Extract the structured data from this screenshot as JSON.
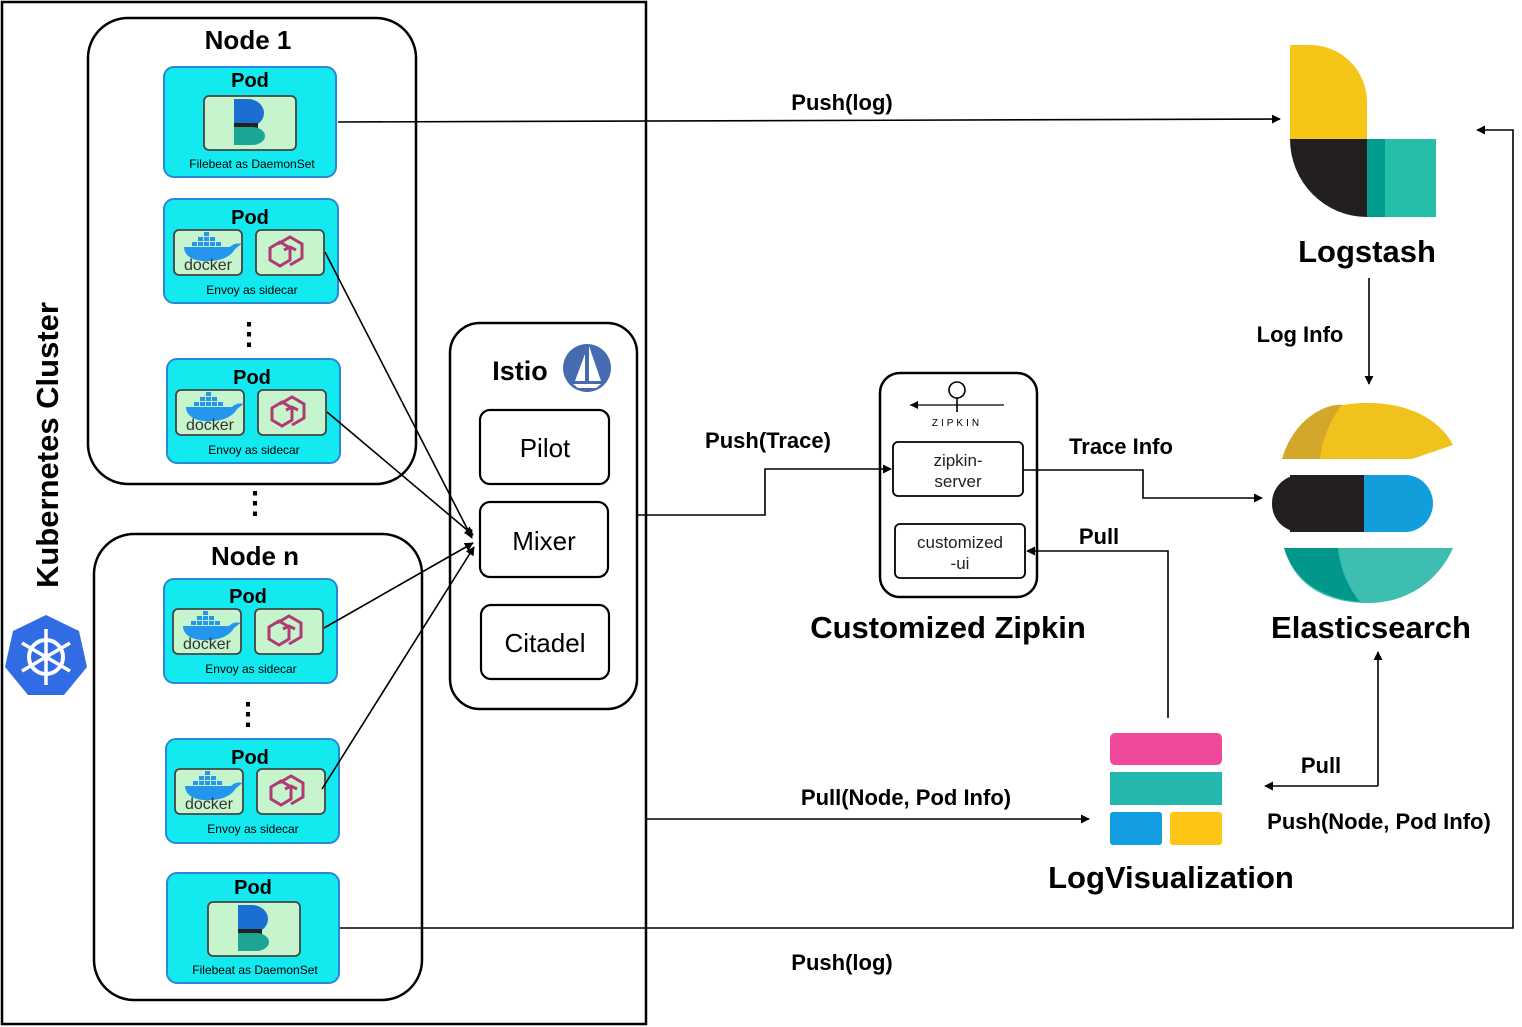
{
  "cluster": {
    "title": "Kubernetes  Cluster",
    "nodes": [
      {
        "label": "Node 1",
        "pods": [
          {
            "title": "Pod",
            "caption": "Filebeat as DaemonSet",
            "type": "filebeat"
          },
          {
            "title": "Pod",
            "caption": "Envoy as sidecar",
            "type": "sidecar"
          },
          {
            "title": "Pod",
            "caption": "Envoy as sidecar",
            "type": "sidecar"
          }
        ]
      },
      {
        "label": "Node n",
        "pods": [
          {
            "title": "Pod",
            "caption": "Envoy as sidecar",
            "type": "sidecar"
          },
          {
            "title": "Pod",
            "caption": "Envoy as sidecar",
            "type": "sidecar"
          },
          {
            "title": "Pod",
            "caption": "Filebeat as DaemonSet",
            "type": "filebeat"
          }
        ]
      }
    ],
    "docker_label": "docker"
  },
  "istio": {
    "title": "Istio",
    "components": [
      "Pilot",
      "Mixer",
      "Citadel"
    ]
  },
  "zipkin": {
    "logo_text": "ZIPKIN",
    "server": [
      "zipkin-",
      "server"
    ],
    "ui": [
      "customized",
      "-ui"
    ],
    "title": "Customized Zipkin"
  },
  "logstash": {
    "title": "Logstash"
  },
  "elasticsearch": {
    "title": "Elasticsearch"
  },
  "logvisualization": {
    "title": "LogVisualization"
  },
  "edges": {
    "push_log_top": "Push(log)",
    "push_log_bottom": "Push(log)",
    "push_trace": "Push(Trace)",
    "trace_info": "Trace Info",
    "log_info": "Log Info",
    "pull_zipkin": "Pull",
    "pull_es": "Pull",
    "pull_node_pod": "Pull(Node, Pod Info)",
    "push_node_pod": "Push(Node, Pod Info)"
  },
  "colors": {
    "pod_fill": "#12eaf0",
    "pod_border": "#2b86d8",
    "tile_fill": "#c6f5cd",
    "k8s_blue": "#326ce5",
    "istio_blue": "#466bb0",
    "envoy_magenta": "#b03a73",
    "docker_blue": "#2496ed",
    "elastic_yellow": "#f0c21c",
    "elastic_dark": "#231f20",
    "elastic_blue": "#129edb",
    "elastic_teal": "#1ba593",
    "kibana_pink": "#f0489b",
    "kibana_teal": "#24b7ad"
  }
}
